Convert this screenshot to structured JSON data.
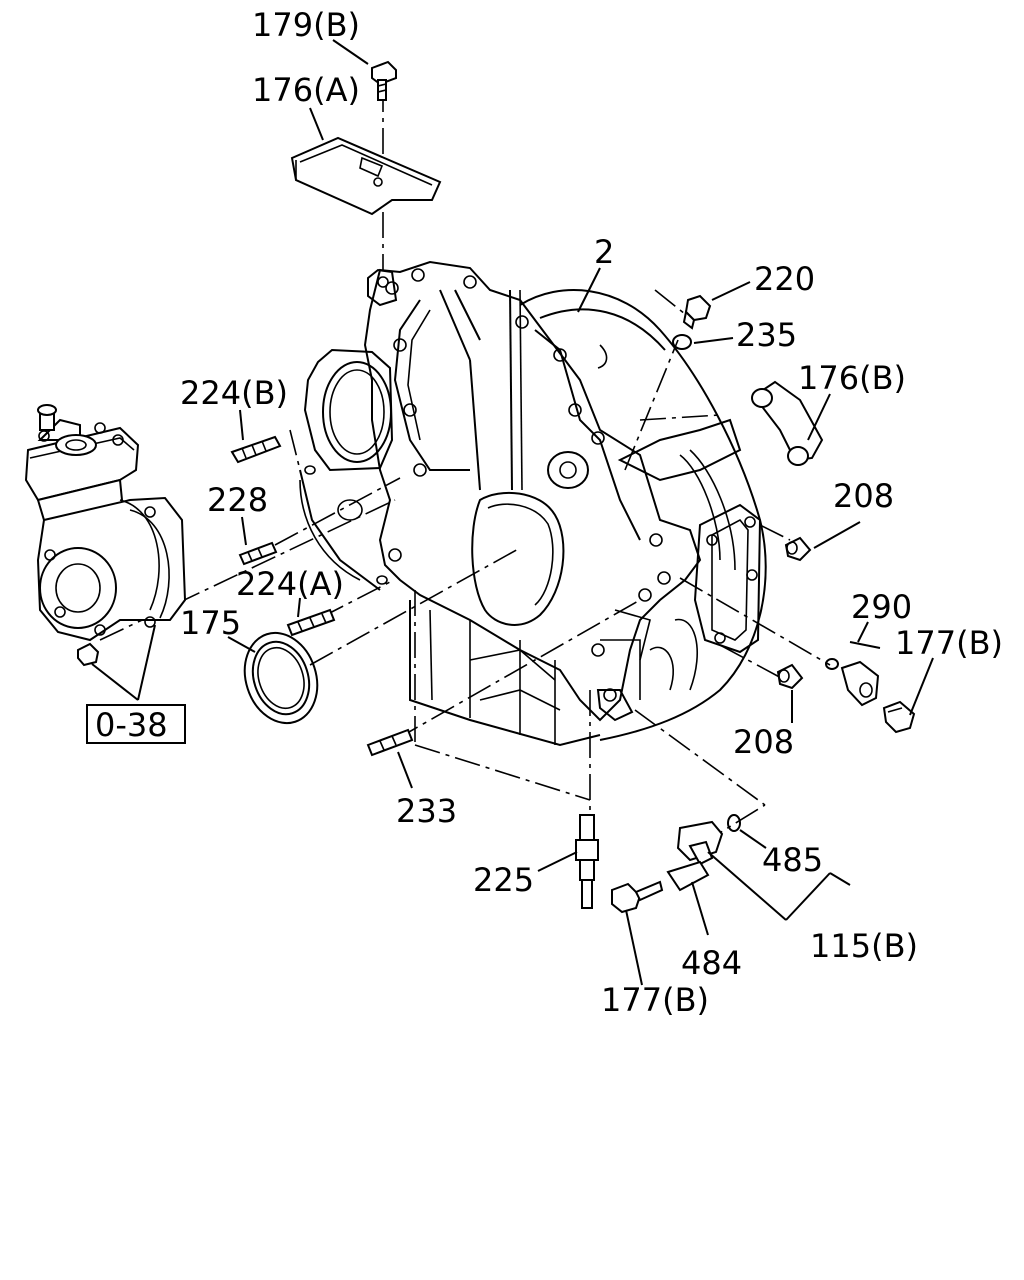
{
  "labels": {
    "p179b_top": "179(B)",
    "p176a": "176(A)",
    "p2": "2",
    "p220": "220",
    "p235": "235",
    "p176b": "176(B)",
    "p224b": "224(B)",
    "p228": "228",
    "p208_upper": "208",
    "p224a": "224(A)",
    "p175": "175",
    "p290": "290",
    "p177b_right": "177(B)",
    "p208_lower": "208",
    "p233": "233",
    "p225": "225",
    "p485": "485",
    "p115b": "115(B)",
    "p484": "484",
    "p177b_bottom": "177(B)",
    "ref_038": "0-38"
  }
}
